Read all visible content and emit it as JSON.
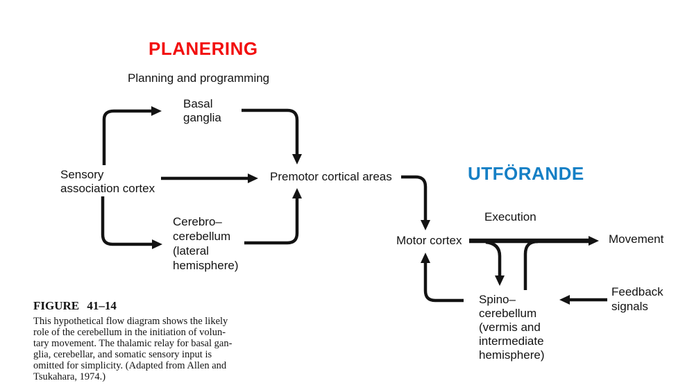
{
  "colors": {
    "planering": "#f20f0f",
    "utforande": "#157fc5",
    "ink": "#131313"
  },
  "headings": {
    "planering": "PLANERING",
    "utforande": "UTFÖRANDE"
  },
  "diagram": {
    "phase_labels": {
      "planning": "Planning and programming",
      "execution": "Execution"
    },
    "nodes": {
      "basal_ganglia": {
        "lines": [
          "Basal",
          "ganglia"
        ]
      },
      "sensory_cortex": {
        "lines": [
          "Sensory",
          "association cortex"
        ]
      },
      "premotor": {
        "label": "Premotor cortical areas"
      },
      "cerebrocerebellum": {
        "lines": [
          "Cerebro–",
          "cerebellum",
          "(lateral",
          "hemisphere)"
        ]
      },
      "motor_cortex": {
        "label": "Motor cortex"
      },
      "movement": {
        "label": "Movement"
      },
      "spinocerebellum": {
        "lines": [
          "Spino–",
          "cerebellum",
          "(vermis and",
          "intermediate",
          "hemisphere)"
        ]
      },
      "feedback": {
        "lines": [
          "Feedback",
          "signals"
        ]
      }
    }
  },
  "caption": {
    "title": "FIGURE 41–14",
    "lines": [
      "This hypothetical flow diagram shows the likely",
      "role of the cerebellum in the initiation of volun-",
      "tary movement. The thalamic relay for basal gan-",
      "glia, cerebellar, and somatic sensory input is",
      "omitted for simplicity. (Adapted from Allen and",
      "Tsukahara, 1974.)"
    ]
  }
}
